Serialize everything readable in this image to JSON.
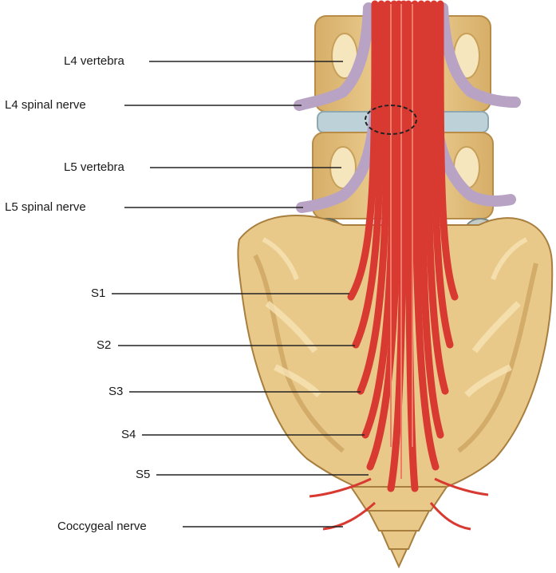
{
  "labels": {
    "l4_vertebra": "L4 vertebra",
    "l4_spinal_nerve": "L4 spinal nerve",
    "l5_vertebra": "L5 vertebra",
    "l5_spinal_nerve": "L5 spinal nerve",
    "s1": "S1",
    "s2": "S2",
    "s3": "S3",
    "s4": "S4",
    "s5": "S5",
    "coccygeal_nerve": "Coccygeal nerve"
  },
  "colors": {
    "bone": "#e8c98a",
    "bone_dark": "#c9a05a",
    "bone_light": "#f4dfae",
    "disc": "#b9cfd6",
    "nerve": "#d83a32",
    "nerve_highlight": "#f07a6a",
    "nerve_root": "#b9a3c4",
    "leader_line": "#222222"
  }
}
